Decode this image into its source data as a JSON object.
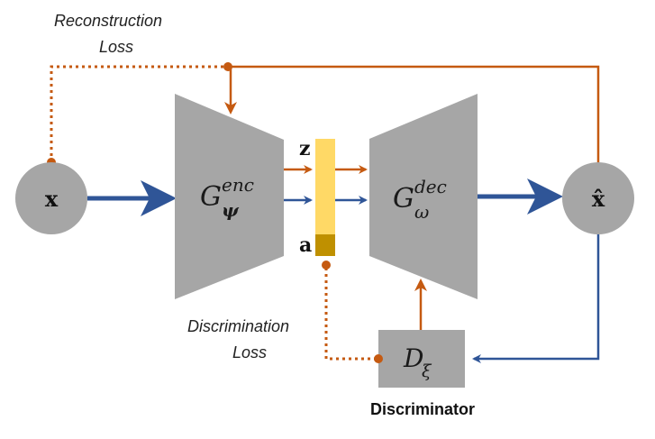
{
  "labels": {
    "reconstruction_loss_line1": "Reconstruction",
    "reconstruction_loss_line2": "Loss",
    "discrimination_loss_line1": "Discrimination",
    "discrimination_loss_line2": "Loss",
    "discriminator": "Discriminator",
    "input_node": "x",
    "output_node": "x̂",
    "latent_z": "z",
    "latent_a": "a"
  },
  "math": {
    "encoder_base": "G",
    "encoder_sup": "enc",
    "encoder_sub": "ψ",
    "decoder_base": "G",
    "decoder_sup": "dec",
    "decoder_sub": "ω",
    "disc_base": "D",
    "disc_sub": "ξ"
  },
  "colors": {
    "block_gray": "#a6a6a6",
    "blue_arrow": "#2f5597",
    "orange_arrow": "#c55a11",
    "z_yellow": "#ffd966",
    "a_gold": "#bf9000"
  }
}
